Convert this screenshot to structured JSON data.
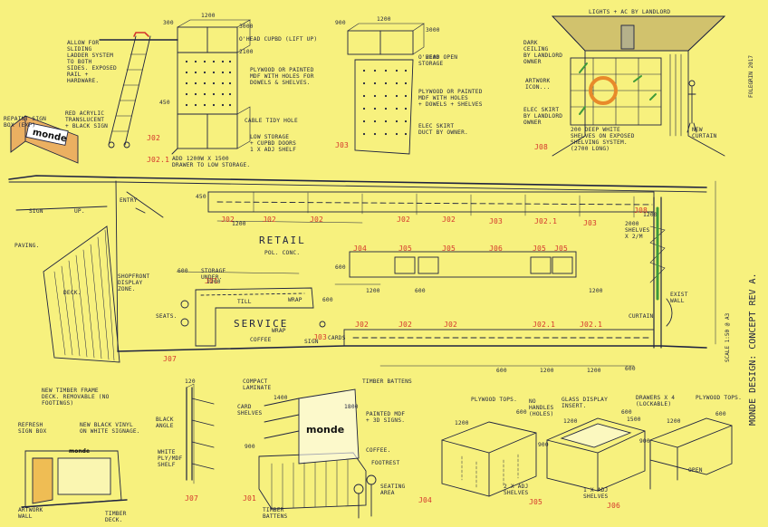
{
  "sheet": {
    "title_block": "MONDE DESIGN: CONCEPT REV A.",
    "scale_note": "SCALE 1:50 @ A3",
    "author_date": "FOLEGRIN 2017"
  },
  "brand": {
    "logo": "monde"
  },
  "plan": {
    "rooms": [
      {
        "id": "retail",
        "text": "RETAIL"
      },
      {
        "id": "retail_sub",
        "text": "POL. CONC."
      },
      {
        "id": "service",
        "text": "SERVICE"
      },
      {
        "id": "deck",
        "text": "DECK."
      },
      {
        "id": "paving",
        "text": "PAVING."
      },
      {
        "id": "shopfront",
        "text": "SHOPFRONT\nDISPLAY\nZONE."
      },
      {
        "id": "entry",
        "text": "ENTRY"
      },
      {
        "id": "up",
        "text": "UP."
      },
      {
        "id": "sign",
        "text": "SIGN"
      },
      {
        "id": "storage_under",
        "text": "STORAGE\nUNDER."
      },
      {
        "id": "seats",
        "text": "SEATS."
      },
      {
        "id": "coffee",
        "text": "COFFEE"
      },
      {
        "id": "till",
        "text": "TILL"
      },
      {
        "id": "wrap",
        "text": "WRAP"
      },
      {
        "id": "wrap2",
        "text": "WRAP"
      },
      {
        "id": "cards",
        "text": "CARDS"
      },
      {
        "id": "sign2",
        "text": "SIGN"
      },
      {
        "id": "curtain",
        "text": "CURTAIN"
      },
      {
        "id": "exist_wall",
        "text": "EXIST\nWALL"
      },
      {
        "id": "shelves_2000",
        "text": "2000\nSHELVES\nX 2/m"
      }
    ],
    "codes": [
      {
        "id": "a1",
        "text": "J02"
      },
      {
        "id": "a2",
        "text": "J02"
      },
      {
        "id": "a3",
        "text": "J02"
      },
      {
        "id": "a4",
        "text": "J02"
      },
      {
        "id": "a5",
        "text": "J02"
      },
      {
        "id": "a6",
        "text": "J03"
      },
      {
        "id": "a7",
        "text": "J02.1"
      },
      {
        "id": "a8",
        "text": "J03"
      },
      {
        "id": "a9",
        "text": "J08"
      },
      {
        "id": "b1",
        "text": "J04"
      },
      {
        "id": "b2",
        "text": "J05"
      },
      {
        "id": "b3",
        "text": "J05"
      },
      {
        "id": "b4",
        "text": "J06"
      },
      {
        "id": "b5",
        "text": "J05"
      },
      {
        "id": "b6",
        "text": "J05"
      },
      {
        "id": "c1",
        "text": "J01"
      },
      {
        "id": "c2",
        "text": "J02"
      },
      {
        "id": "c3",
        "text": "J02"
      },
      {
        "id": "c4",
        "text": "J02"
      },
      {
        "id": "c5",
        "text": "J03"
      },
      {
        "id": "c6",
        "text": "J02.1"
      },
      {
        "id": "c7",
        "text": "J02.1"
      },
      {
        "id": "c8",
        "text": "J07"
      }
    ],
    "dims": [
      {
        "id": "d1",
        "text": "450"
      },
      {
        "id": "d2",
        "text": "1200"
      },
      {
        "id": "d3",
        "text": "1200"
      },
      {
        "id": "d4",
        "text": "600"
      },
      {
        "id": "d5",
        "text": "600"
      },
      {
        "id": "d6",
        "text": "1200"
      },
      {
        "id": "d7",
        "text": "1200"
      },
      {
        "id": "d8",
        "text": "600"
      },
      {
        "id": "d9",
        "text": "1200"
      },
      {
        "id": "d10",
        "text": "1200"
      },
      {
        "id": "d11",
        "text": "600"
      },
      {
        "id": "d12",
        "text": "600"
      },
      {
        "id": "d13",
        "text": "1200"
      },
      {
        "id": "d14",
        "text": "600"
      }
    ]
  },
  "top_details": [
    {
      "id": "ladder",
      "text": "ALLOW FOR\nSLIDING\nLADDER SYSTEM\nTO BOTH\nSIDES. EXPOSED\nRAIL +\nHARDWARE."
    },
    {
      "id": "refurb",
      "text": "REPAINT SIGN\nBOX (EXP)"
    },
    {
      "id": "acrylic",
      "text": "RED ACRYLIC\nTRANSLUCENT\n+ BLACK SIGN"
    },
    {
      "id": "j02_ohcup",
      "text": "O'HEAD CUPBD (LIFT UP)"
    },
    {
      "id": "j02_ply",
      "text": "PLYWOOD OR PAINTED\nMDF WITH HOLES FOR\nDOWELS & SHELVES."
    },
    {
      "id": "j02_cable",
      "text": "CABLE TIDY HOLE"
    },
    {
      "id": "j02_low",
      "text": "LOW STORAGE\n+ CUPBD DOORS\n1 X ADJ SHELF"
    },
    {
      "id": "j021",
      "text": "ADD 1200W X 1500\nDRAWER TO LOW STORAGE."
    },
    {
      "id": "j03_open",
      "text": "O'HEAD OPEN\nSTORAGE"
    },
    {
      "id": "j03_ply",
      "text": "PLYWOOD OR PAINTED\nMDF WITH HOLES\n+ DOWELS + SHELVES"
    },
    {
      "id": "j03_elec",
      "text": "ELEC SKIRT\nDUCT BY OWNER."
    },
    {
      "id": "j08_lights",
      "text": "LIGHTS + AC BY LANDLORD"
    },
    {
      "id": "j08_ceiling",
      "text": "DARK\nCEILING\nBY LANDLORD\nOWNER"
    },
    {
      "id": "j08_art",
      "text": "ARTWORK\nICON..."
    },
    {
      "id": "j08_elec",
      "text": "ELEC SKIRT\nBY LANDLORD\nOWNER"
    },
    {
      "id": "j08_shelves",
      "text": "200 DEEP WHITE\nSHELVES ON EXPOSED\nSHELVING SYSTEM.\n(2700 LONG)"
    },
    {
      "id": "j08_curtain",
      "text": "NEW\nCURTAIN"
    },
    {
      "id": "t_dim1",
      "text": "300"
    },
    {
      "id": "t_dim2",
      "text": "1200"
    },
    {
      "id": "t_dim3",
      "text": "3000"
    },
    {
      "id": "t_dim4",
      "text": "2100"
    },
    {
      "id": "t_dim5",
      "text": "450"
    },
    {
      "id": "t_dim6",
      "text": "900"
    },
    {
      "id": "t_dim7",
      "text": "1200"
    },
    {
      "id": "t_dim8",
      "text": "3000"
    },
    {
      "id": "t_dim9",
      "text": "2100"
    }
  ],
  "top_codes": [
    {
      "id": "tc1",
      "text": "J02"
    },
    {
      "id": "tc2",
      "text": "J03"
    },
    {
      "id": "tc3",
      "text": "J08"
    },
    {
      "id": "tc4",
      "text": "J02.1"
    }
  ],
  "bottom_details": [
    {
      "id": "timber_frame",
      "text": "NEW TIMBER FRAME\nDECK. REMOVABLE (NO\nFOOTINGS)"
    },
    {
      "id": "refresh_sign",
      "text": "REFRESH\nSIGN BOX"
    },
    {
      "id": "vinyl",
      "text": "NEW BLACK VINYL\nON WHITE SIGNAGE."
    },
    {
      "id": "artwork_wall",
      "text": "ARTWORK\nWALL"
    },
    {
      "id": "timber_deck",
      "text": "TIMBER\nDECK."
    },
    {
      "id": "j07_black",
      "text": "BLACK\nANGLE"
    },
    {
      "id": "j07_white",
      "text": "WHITE\nPLY/MDF\nSHELF"
    },
    {
      "id": "j01_laminate",
      "text": "COMPACT\nLAMINATE"
    },
    {
      "id": "j01_cards",
      "text": "CARD\nSHELVES"
    },
    {
      "id": "j01_batt",
      "text": "TIMBER BATTENS"
    },
    {
      "id": "j01_mdf",
      "text": "PAINTED MDF\n+ 3D SIGNS."
    },
    {
      "id": "j01_coffee",
      "text": "COFFEE."
    },
    {
      "id": "j01_foot",
      "text": "FOOTREST"
    },
    {
      "id": "j01_seat",
      "text": "SEATING\nAREA"
    },
    {
      "id": "j01_batt2",
      "text": "TIMBER\nBATTENS"
    },
    {
      "id": "j04_ply",
      "text": "PLYWOOD TOPS."
    },
    {
      "id": "j04_nohole",
      "text": "NO\nHANDLES\n(HOLES)"
    },
    {
      "id": "j04_adj",
      "text": "2 X ADJ\nSHELVES"
    },
    {
      "id": "j05_glass",
      "text": "GLASS DISPLAY\nINSERT."
    },
    {
      "id": "j05_adj",
      "text": "1 X ADJ\nSHELVES"
    },
    {
      "id": "j06_draw",
      "text": "DRAWERS X 4\n(LOCKABLE)"
    },
    {
      "id": "j06_ply",
      "text": "PLYWOOD TOPS."
    },
    {
      "id": "j06_open",
      "text": "OPEN"
    },
    {
      "id": "b_d1",
      "text": "120"
    },
    {
      "id": "b_d2",
      "text": "1400"
    },
    {
      "id": "b_d3",
      "text": "900"
    },
    {
      "id": "b_d4",
      "text": "1200"
    },
    {
      "id": "b_d5",
      "text": "600"
    },
    {
      "id": "b_d6",
      "text": "1200"
    },
    {
      "id": "b_d7",
      "text": "600"
    },
    {
      "id": "b_d8",
      "text": "900"
    },
    {
      "id": "b_d9",
      "text": "1200"
    },
    {
      "id": "b_d10",
      "text": "600"
    },
    {
      "id": "b_d11",
      "text": "900"
    },
    {
      "id": "b_d12",
      "text": "1800"
    },
    {
      "id": "b_d13",
      "text": "1500"
    }
  ],
  "bottom_codes": [
    {
      "id": "bc1",
      "text": "J07"
    },
    {
      "id": "bc2",
      "text": "J01"
    },
    {
      "id": "bc3",
      "text": "J04"
    },
    {
      "id": "bc4",
      "text": "J05"
    },
    {
      "id": "bc5",
      "text": "J06"
    }
  ],
  "colors": {
    "paper": "#f7f17e",
    "ink": "#1f2340",
    "red": "#d4362c",
    "green": "#3f9a3a",
    "orange": "#e88a2a"
  }
}
